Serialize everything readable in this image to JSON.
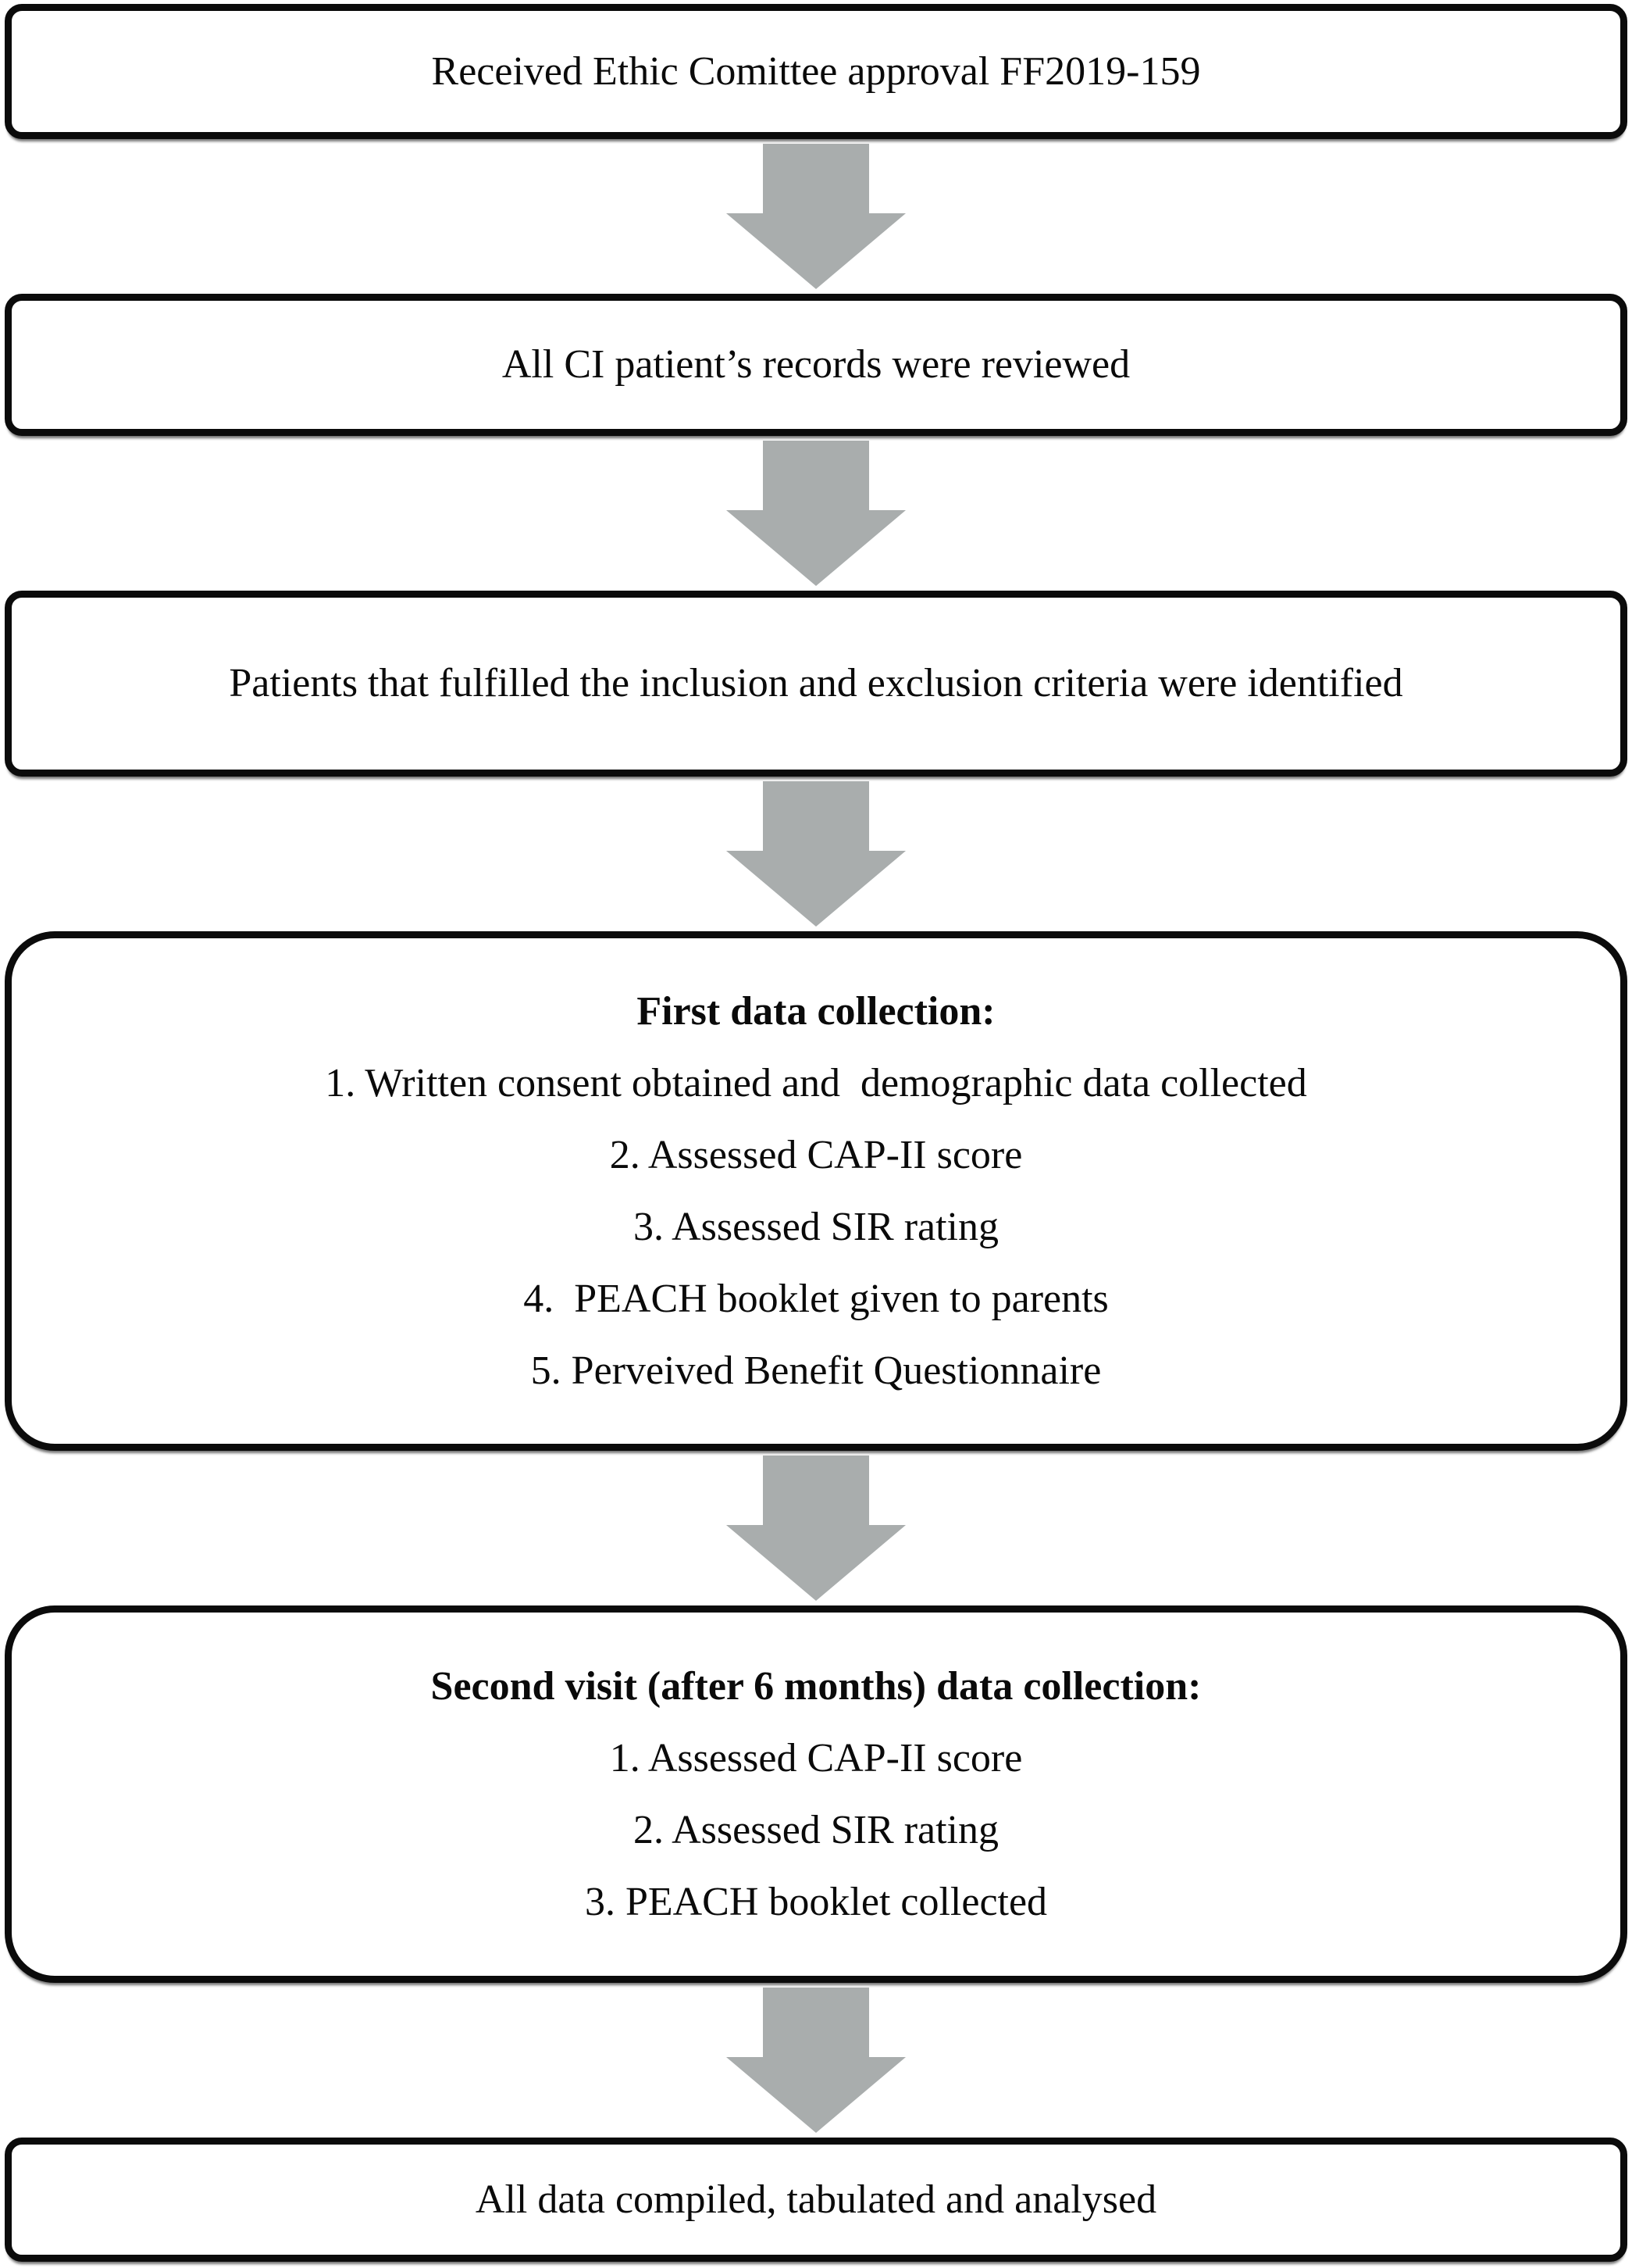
{
  "flowchart": {
    "arrow": {
      "color": "#a9adad"
    },
    "border_color": "#0b0b0b",
    "steps": [
      {
        "name": "ethics-approval",
        "text": "Received Ethic Comittee approval FF2019-159"
      },
      {
        "name": "records-review",
        "text": "All CI patient’s records were reviewed"
      },
      {
        "name": "criteria-identified",
        "text": "Patients that fulfilled the inclusion and exclusion criteria were identified"
      },
      {
        "name": "first-data-collection",
        "title": "First data collection:",
        "items": [
          "1. Written consent obtained and  demographic data collected",
          "2. Assessed CAP-II score",
          "3. Assessed SIR rating",
          "4.  PEACH booklet given to parents",
          "5. Perveived Benefit Questionnaire"
        ]
      },
      {
        "name": "second-data-collection",
        "title": "Second visit (after 6 months) data collection:",
        "items": [
          "1. Assessed CAP-II score",
          "2. Assessed SIR rating",
          "3. PEACH booklet collected"
        ]
      },
      {
        "name": "data-analysis",
        "text": "All data compiled, tabulated and analysed"
      }
    ]
  }
}
